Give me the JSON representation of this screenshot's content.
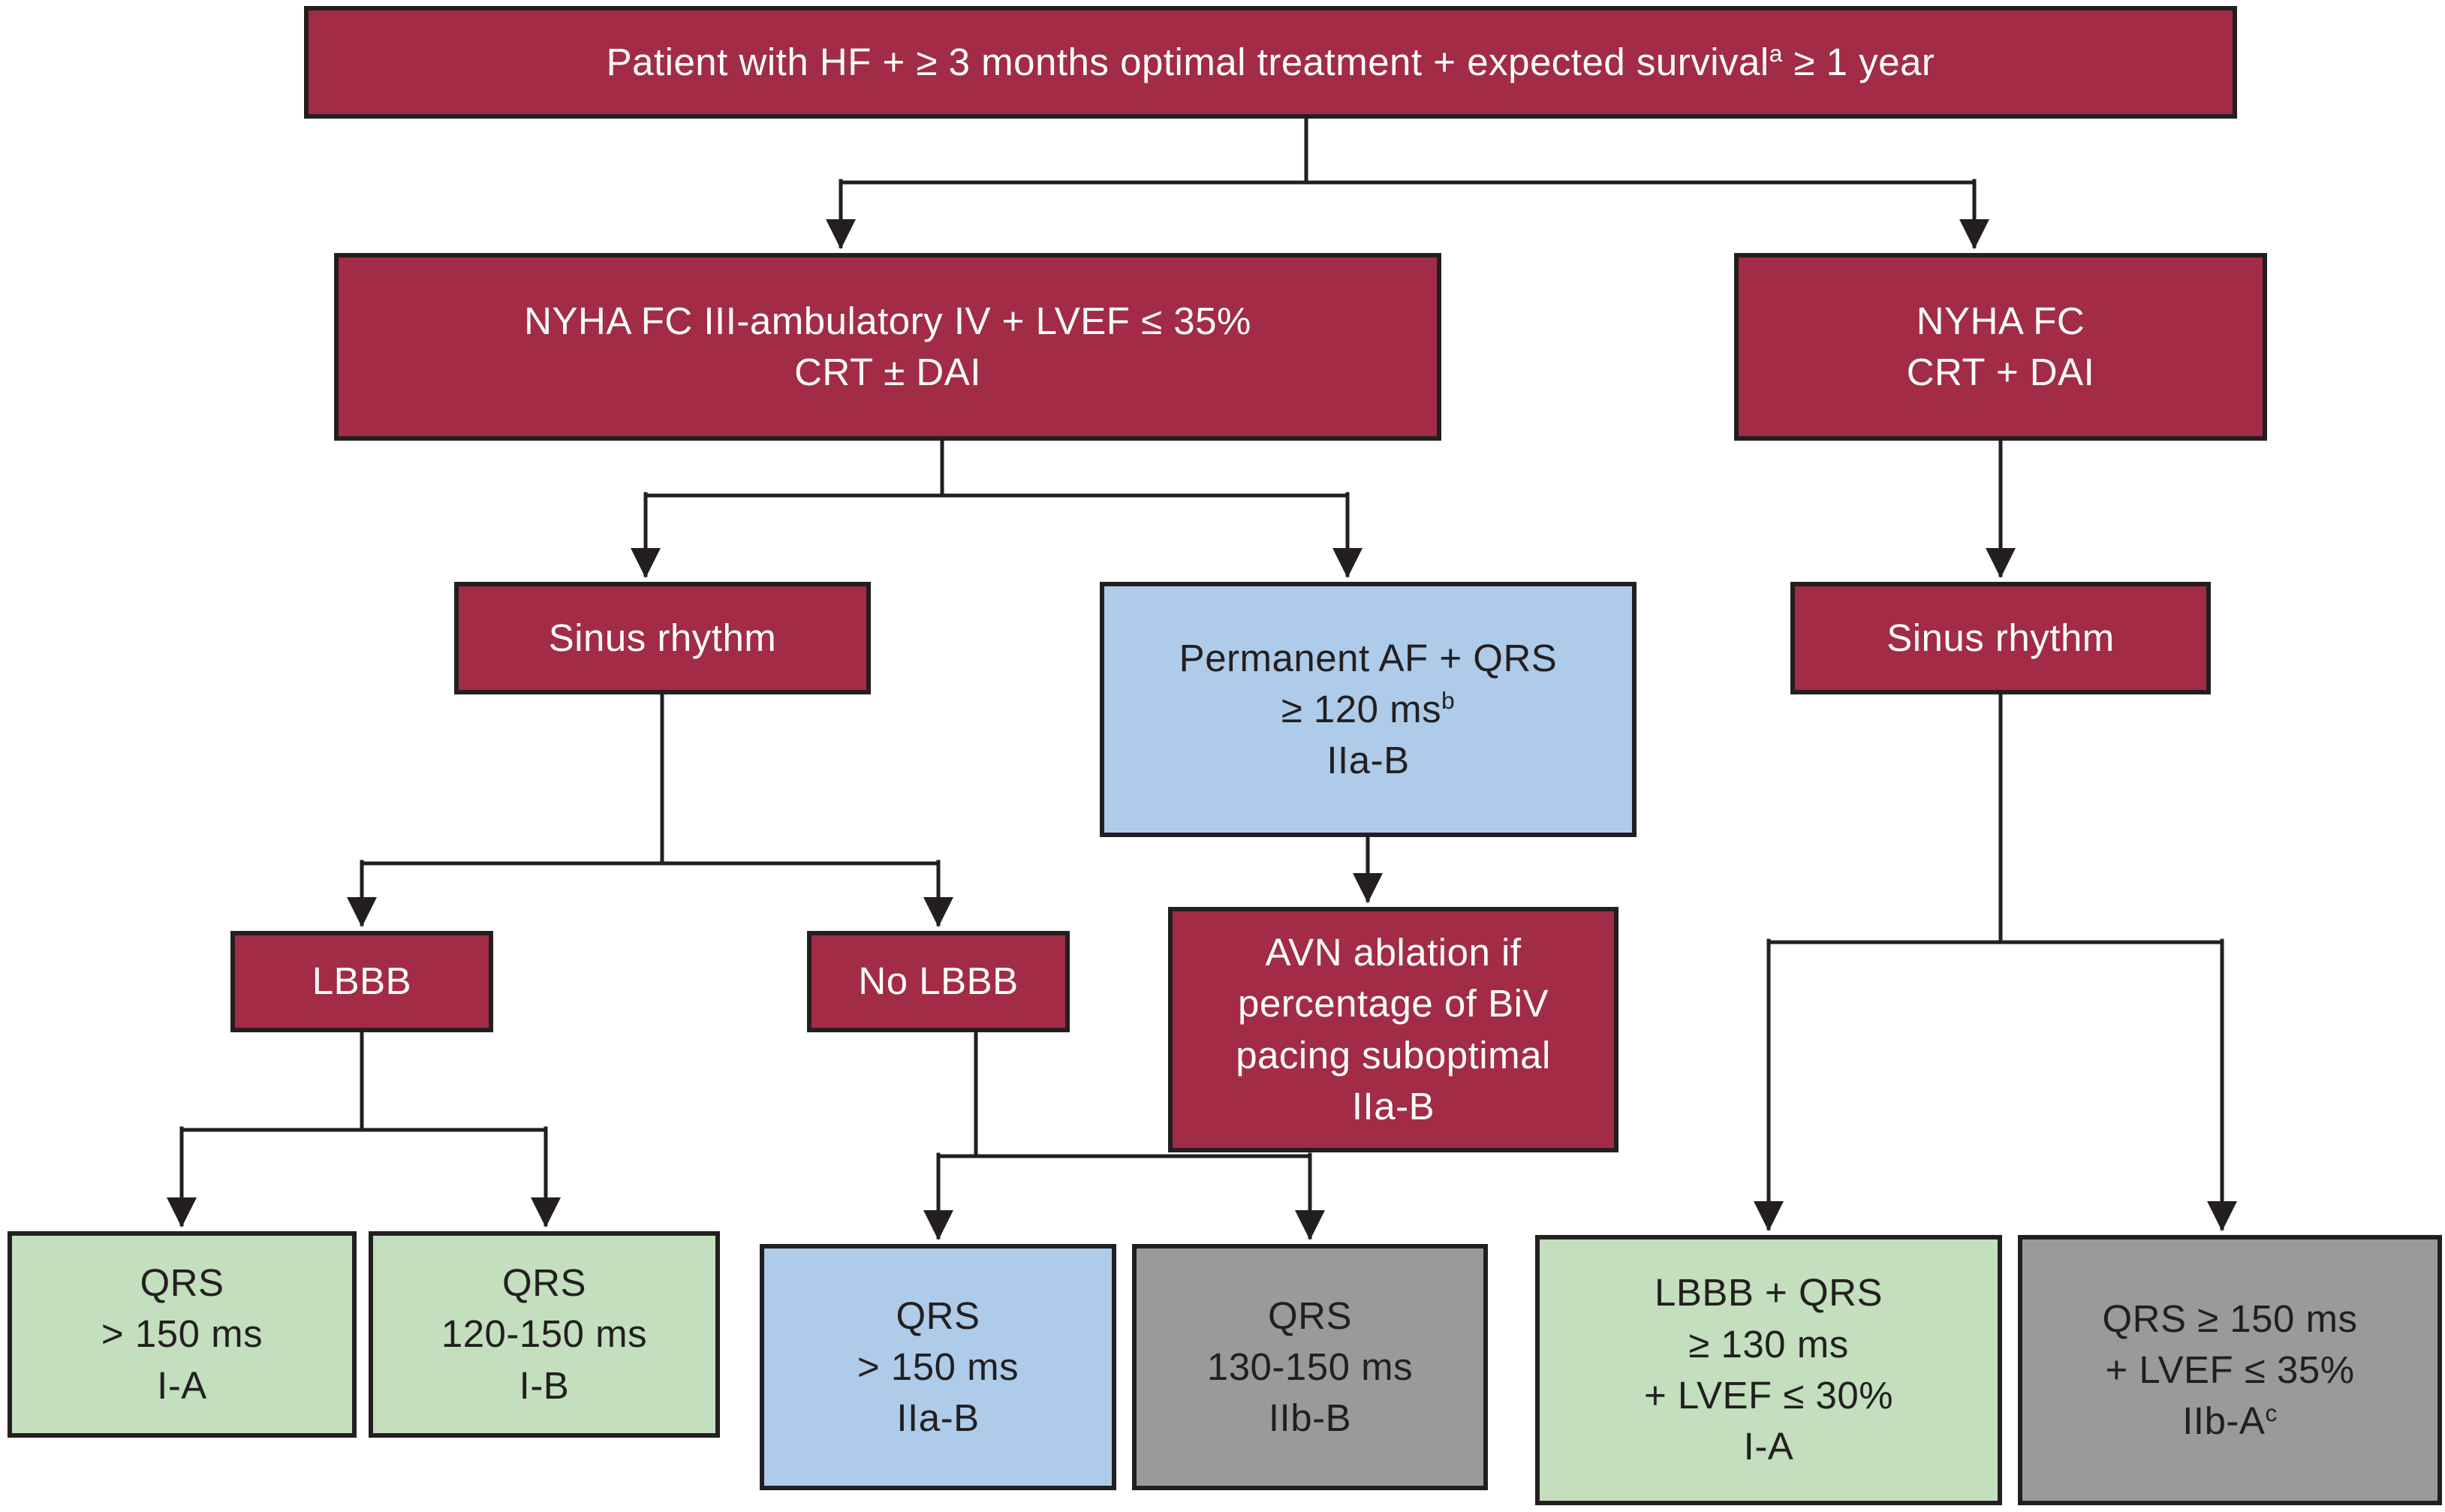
{
  "colors": {
    "maroon": "#A22C45",
    "light_blue": "#AECBE9",
    "light_green": "#C3DFBE",
    "gray": "#9B9A9B",
    "outline": "#231F20",
    "text_on_maroon": "#FFFFFF",
    "text_on_light": "#231F20",
    "background": "#FFFFFF"
  },
  "nodes": {
    "root": {
      "text1": "Patient with HF + ≥ 3 months optimal treatment + expected survival",
      "sup": "a",
      "text2": " ≥ 1 year"
    },
    "nyha_left": {
      "line1": "NYHA FC III-ambulatory IV + LVEF ≤ 35%",
      "line2": "CRT ± DAI"
    },
    "nyha_right": {
      "line1": "NYHA FC",
      "line2": "CRT + DAI"
    },
    "sinus_left": {
      "label": "Sinus rhythm"
    },
    "permanent_af": {
      "line1": "Permanent AF + QRS",
      "line2": "≥ 120 ms",
      "line2_sup": "b",
      "line3": "IIa-B"
    },
    "sinus_right": {
      "label": "Sinus rhythm"
    },
    "lbbb": {
      "label": "LBBB"
    },
    "no_lbbb": {
      "label": "No LBBB"
    },
    "avn_ablation": {
      "line1": "AVN ablation if",
      "line2": "percentage of BiV",
      "line3": "pacing suboptimal",
      "line4": "IIa-B"
    },
    "qrs_gt150_ia": {
      "line1": "QRS",
      "line2": "> 150 ms",
      "line3": "I-A"
    },
    "qrs_120_150_ib": {
      "line1": "QRS",
      "line2": "120-150 ms",
      "line3": "I-B"
    },
    "qrs_gt150_iiab": {
      "line1": "QRS",
      "line2": "> 150 ms",
      "line3": "IIa-B"
    },
    "qrs_130_150_iibb": {
      "line1": "QRS",
      "line2": "130-150 ms",
      "line3": "IIb-B"
    },
    "lbbb_qrs130": {
      "line1": "LBBB + QRS",
      "line2": "≥ 130 ms",
      "line3": "+ LVEF ≤ 30%",
      "line4": "I-A"
    },
    "qrs150_lvef35": {
      "line1": "QRS ≥ 150 ms",
      "line2": "+ LVEF ≤ 35%",
      "line3": "IIb-A",
      "line3_sup": "c"
    }
  }
}
